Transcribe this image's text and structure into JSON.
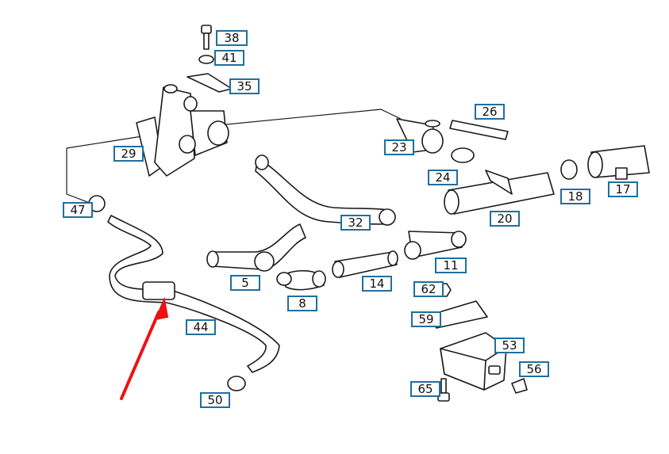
{
  "diagram": {
    "callouts": [
      {
        "id": "c38",
        "text": "38"
      },
      {
        "id": "c41",
        "text": "41"
      },
      {
        "id": "c35",
        "text": "35"
      },
      {
        "id": "c26",
        "text": "26"
      },
      {
        "id": "c29",
        "text": "29"
      },
      {
        "id": "c23",
        "text": "23"
      },
      {
        "id": "c24",
        "text": "24"
      },
      {
        "id": "c18",
        "text": "18"
      },
      {
        "id": "c17",
        "text": "17"
      },
      {
        "id": "c47",
        "text": "47"
      },
      {
        "id": "c32",
        "text": "32"
      },
      {
        "id": "c20",
        "text": "20"
      },
      {
        "id": "c11",
        "text": "11"
      },
      {
        "id": "c5",
        "text": "5"
      },
      {
        "id": "c14",
        "text": "14"
      },
      {
        "id": "c8",
        "text": "8"
      },
      {
        "id": "c62",
        "text": "62"
      },
      {
        "id": "c59",
        "text": "59"
      },
      {
        "id": "c44",
        "text": "44"
      },
      {
        "id": "c53",
        "text": "53"
      },
      {
        "id": "c56",
        "text": "56"
      },
      {
        "id": "c65",
        "text": "65"
      },
      {
        "id": "c50",
        "text": "50"
      }
    ],
    "colors": {
      "callout_border": "#1f6f9f",
      "line": "#1a1a1a",
      "arrow": "#ee1111"
    }
  }
}
